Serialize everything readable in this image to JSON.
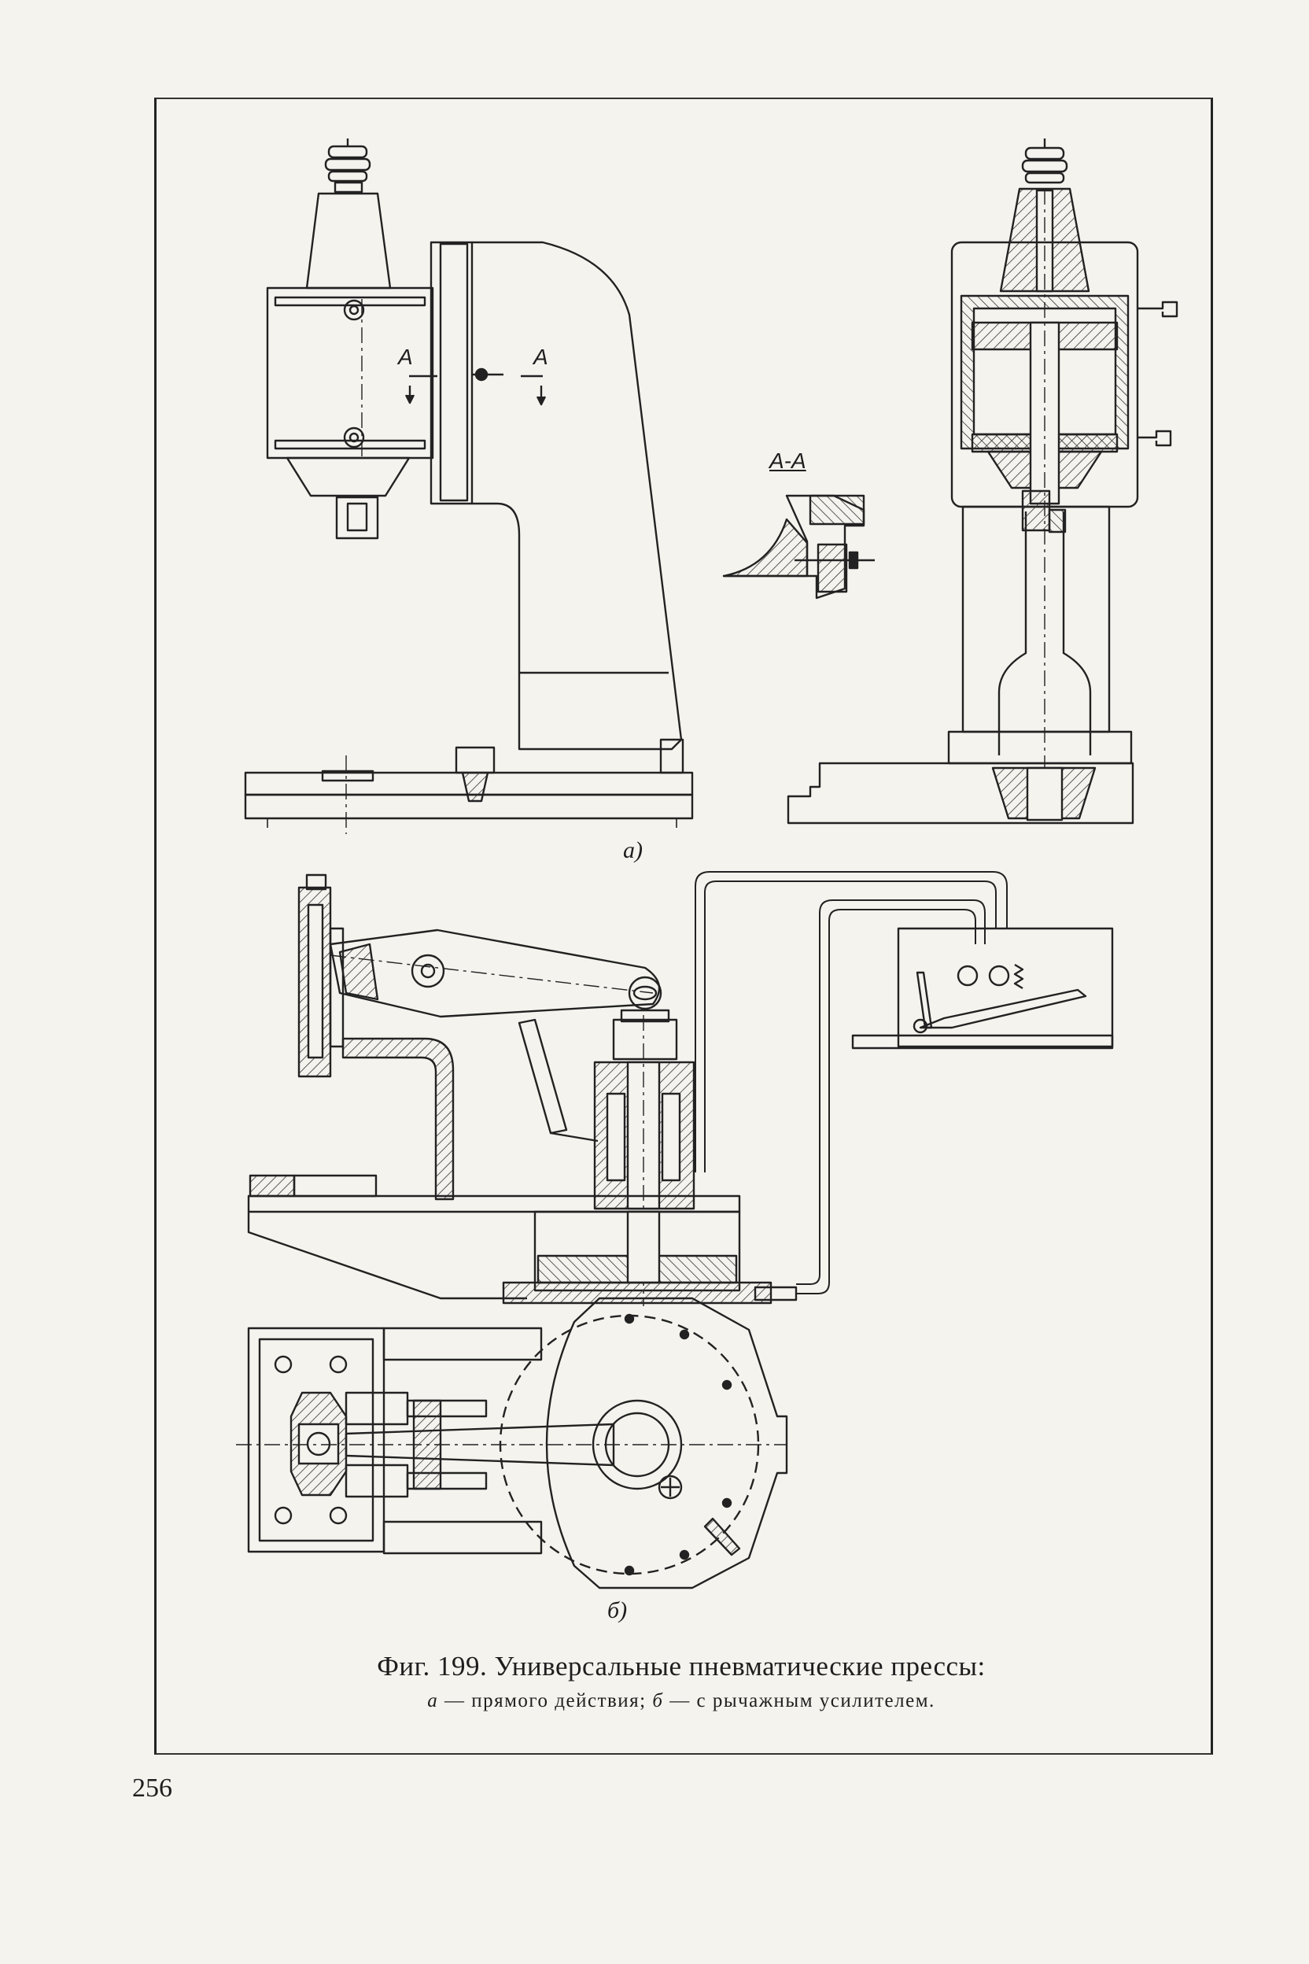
{
  "figure": {
    "caption": "Фиг. 199. Универсальные пневматические прессы:",
    "subcaption": {
      "part_a_letter": "а",
      "part_a_text": " — прямого действия; ",
      "part_b_letter": "б",
      "part_b_text": " — с рычажным усилителем."
    },
    "labels": {
      "a": "а)",
      "b": "б)"
    },
    "section_marks": {
      "left": "А",
      "right": "А",
      "section_title": "А-А"
    }
  },
  "page": {
    "number": "256"
  }
}
